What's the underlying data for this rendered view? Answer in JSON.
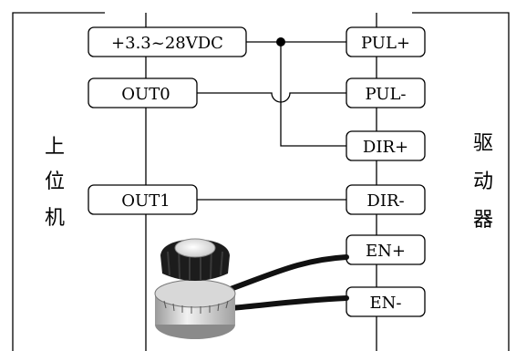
{
  "left_labels": [
    "+3.3~28VDC",
    "OUT0",
    "OUT1"
  ],
  "right_labels": [
    "PUL+",
    "PUL-",
    "DIR+",
    "DIR-",
    "EN+",
    "EN-"
  ],
  "left_side_title": [
    "上",
    "位",
    "机"
  ],
  "right_side_title": [
    "驱",
    "动",
    "器"
  ],
  "icon": "potentiometer-knob-icon"
}
